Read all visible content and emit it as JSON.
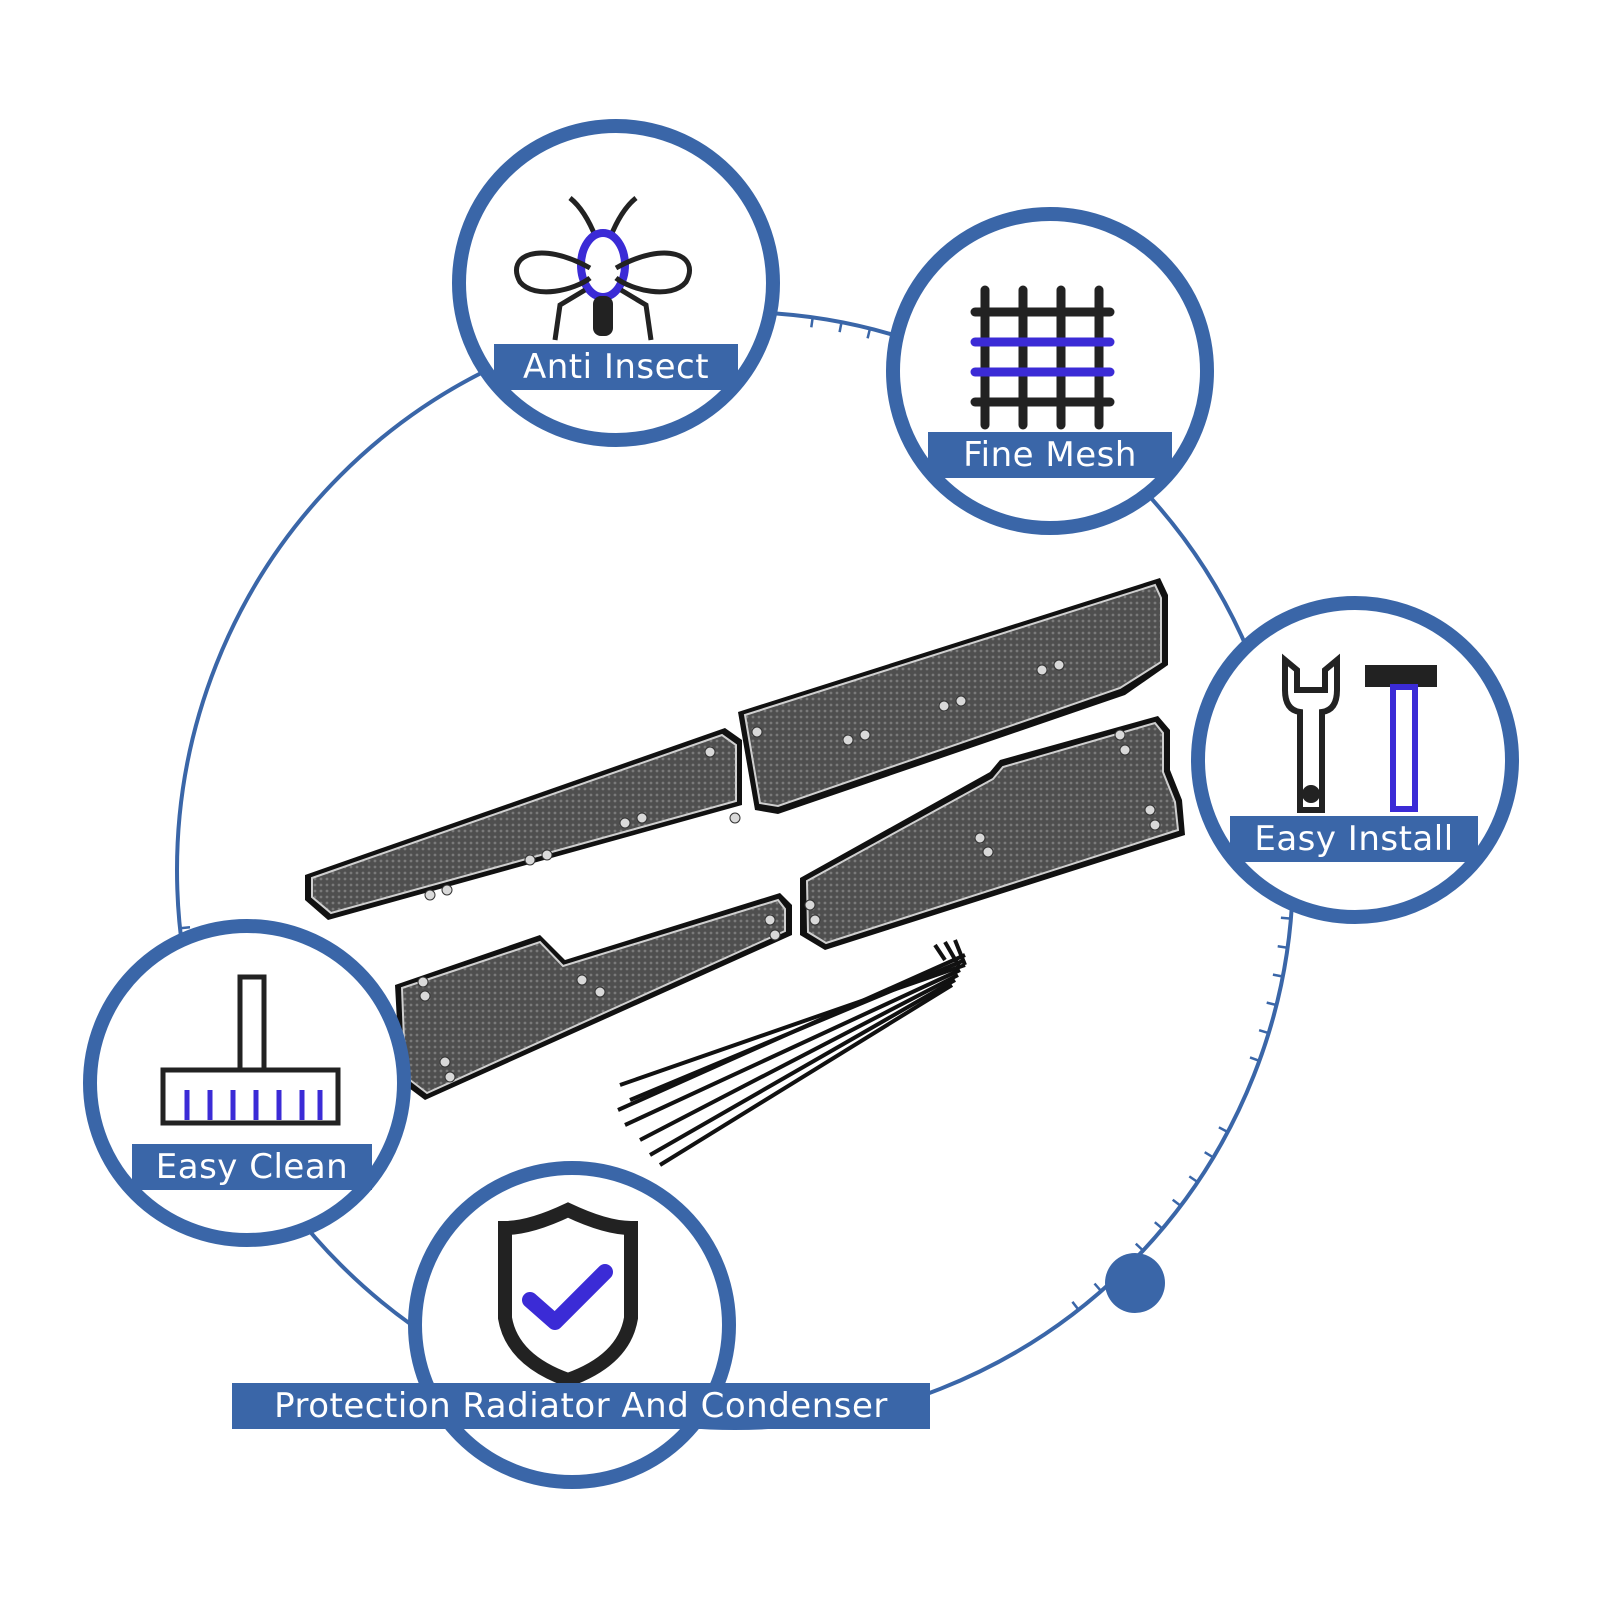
{
  "features": {
    "anti_insect": {
      "label": "Anti Insect",
      "icon": "insect-icon"
    },
    "fine_mesh": {
      "label": "Fine Mesh",
      "icon": "mesh-grid-icon"
    },
    "easy_install": {
      "label": "Easy Install",
      "icon": "wrench-hammer-icon"
    },
    "easy_clean": {
      "label": "Easy Clean",
      "icon": "brush-icon"
    },
    "protection": {
      "label": "Protection Radiator And Condenser",
      "icon": "shield-check-icon"
    }
  },
  "colors": {
    "ring_blue": "#3a66a8",
    "accent_purple": "#3b2bd6",
    "icon_dark": "#222222",
    "mesh_panel": "#5b5b5b"
  }
}
